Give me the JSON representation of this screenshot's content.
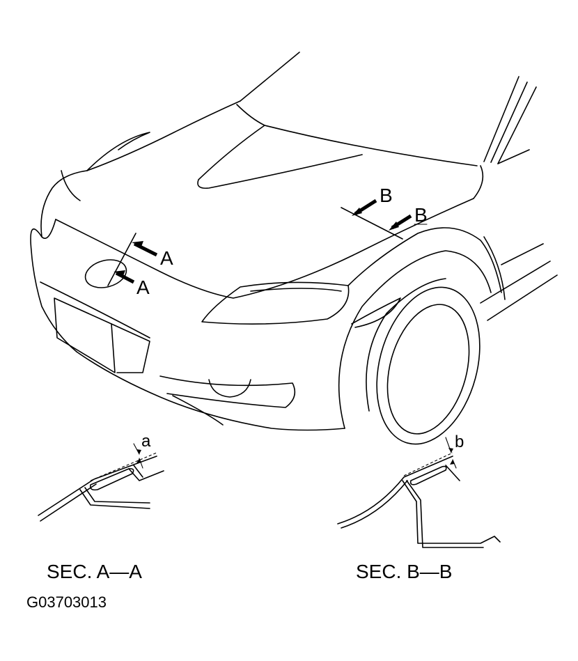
{
  "labels": {
    "arrow_a_upper": "A",
    "arrow_a_lower": "A",
    "arrow_b_upper": "B",
    "arrow_b_lower": "B",
    "dim_a": "a",
    "dim_b": "b"
  },
  "sections": {
    "a": "SEC. A—A",
    "b": "SEC. B—B"
  },
  "figure_code": "G03703013"
}
